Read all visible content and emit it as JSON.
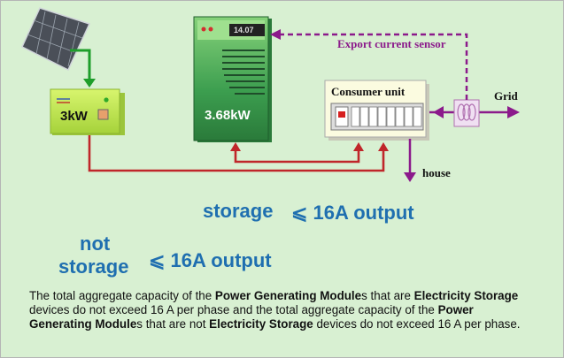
{
  "solar_panel": {
    "icon": "solar-panel-icon"
  },
  "inverter": {
    "label": "3kW",
    "color": "#c6ec52"
  },
  "battery": {
    "label": "3.68kW",
    "display": "14.07",
    "color": "#3c9e4f"
  },
  "consumer_unit": {
    "title": "Consumer unit"
  },
  "sensor": {
    "label": "Export current sensor",
    "color": "#8b1a8b"
  },
  "grid": {
    "label": "Grid"
  },
  "house": {
    "label": "house"
  },
  "storage_line": {
    "label": "storage",
    "limit": "⩽ 16A output"
  },
  "not_storage_line": {
    "label_line1": "not",
    "label_line2": "storage",
    "limit": "⩽ 16A output"
  },
  "caption": {
    "t1": "The total aggregate capacity of the ",
    "b1": "Power Generating Module",
    "t2": "s that are ",
    "b2": "Electricity Storage",
    "t3": " devices do not exceed 16 A per phase and the total aggregate capacity of the ",
    "b3": "Power Generating Module",
    "t4": "s that are not ",
    "b4": "Electricity Storage",
    "t5": " devices do not exceed 16 A per phase."
  }
}
